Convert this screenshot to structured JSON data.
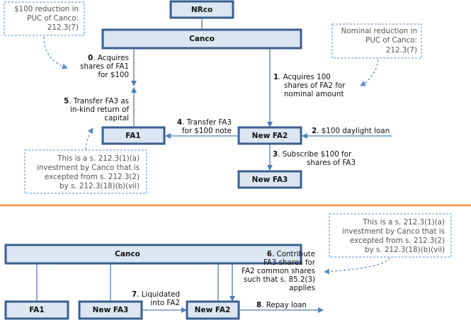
{
  "top": {
    "boxes": {
      "nrco": "NRco",
      "canco": "Canco",
      "fa1": "FA1",
      "new_fa2": "New FA2",
      "new_fa3": "New FA3"
    },
    "steps": [
      {
        "num": "0",
        "lines": [
          ". Acquires",
          "shares of FA1",
          "for $100"
        ]
      },
      {
        "num": "1",
        "lines": [
          ". Acquires 100",
          "shares of FA2 for",
          "nominal amount"
        ]
      },
      {
        "num": "2",
        "lines": [
          ". $100 daylight loan"
        ]
      },
      {
        "num": "3",
        "lines": [
          ". Subscribe $100 for",
          "shares of FA3"
        ]
      },
      {
        "num": "4",
        "lines": [
          ". Transfer FA3",
          "for $100 note"
        ]
      },
      {
        "num": "5",
        "lines": [
          ". Transfer FA3 as",
          "in-kind return of",
          "capital"
        ]
      }
    ],
    "notes": {
      "puc_100": [
        "$100 reduction in",
        "PUC of Canco:",
        "212.3(7)"
      ],
      "puc_nominal": [
        "Nominal reduction in",
        "PUC of Canco:",
        "212.3(7)"
      ],
      "investment": [
        "This is a s. 212.3(1)(a)",
        "investment by Canco that is",
        "excepted from s. 212.3(2)",
        "by s. 212.3(18)(b)(vii)"
      ]
    }
  },
  "bottom": {
    "boxes": {
      "canco": "Canco",
      "fa1": "FA1",
      "new_fa3": "New FA3",
      "new_fa2": "New FA2"
    },
    "steps": [
      {
        "num": "6",
        "lines": [
          ". Contribute",
          "FA3 shares for",
          "FA2 common shares",
          "such that s. 85.2(3)",
          "applies"
        ]
      },
      {
        "num": "7",
        "lines": [
          ". Liquidated",
          "into FA2"
        ]
      },
      {
        "num": "8",
        "lines": [
          ". Repay loan"
        ]
      }
    ],
    "notes": {
      "investment": [
        "This is a s. 212.3(1)(a)",
        "investment by Canco that is",
        "excepted from s. 212.3(2)",
        "by s. 212.3(18)(b)(vii)"
      ]
    }
  },
  "colors": {
    "box_fill": "#dce6f2",
    "box_border": "#3a5f8f",
    "arrow": "#4f7fb8",
    "divider": "#f0913b"
  }
}
